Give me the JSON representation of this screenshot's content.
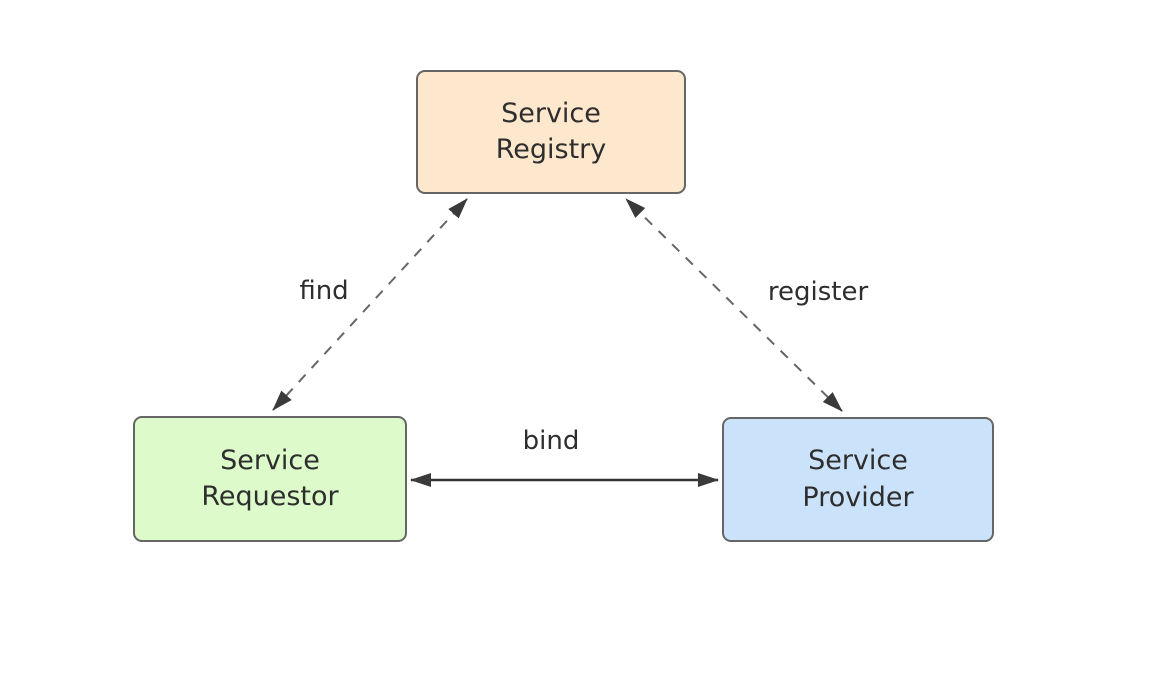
{
  "diagram": {
    "background_color": "#ffffff",
    "text_color": "#2e2e2e",
    "nodes": [
      {
        "id": "service-registry",
        "label": "Service\nRegistry",
        "fill": "#fde7cd",
        "border": "#666666"
      },
      {
        "id": "service-requestor",
        "label": "Service\nRequestor",
        "fill": "#ddfbca",
        "border": "#666666"
      },
      {
        "id": "service-provider",
        "label": "Service\nProvider",
        "fill": "#cbe3fa",
        "border": "#666666"
      }
    ],
    "edges": [
      {
        "id": "find",
        "label": "find",
        "style": "dashed",
        "from": "service-requestor",
        "to": "service-registry",
        "arrows": "both",
        "color": "#666666"
      },
      {
        "id": "register",
        "label": "register",
        "style": "dashed",
        "from": "service-provider",
        "to": "service-registry",
        "arrows": "both",
        "color": "#666666"
      },
      {
        "id": "bind",
        "label": "bind",
        "style": "solid",
        "from": "service-requestor",
        "to": "service-provider",
        "arrows": "both",
        "color": "#333333"
      }
    ]
  }
}
